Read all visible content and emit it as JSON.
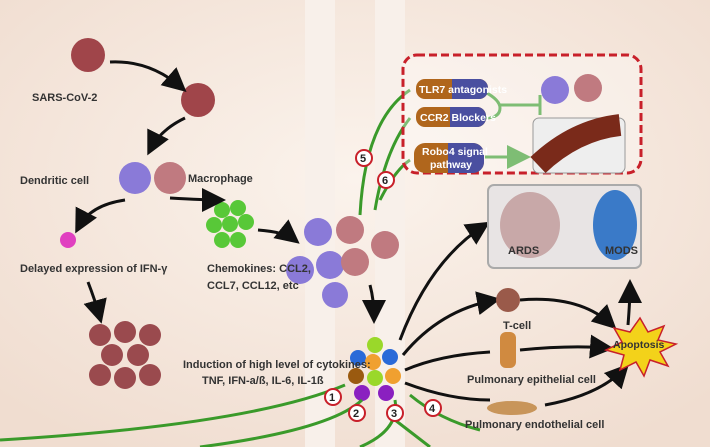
{
  "virus_label": "SARS-CoV-2",
  "cells": {
    "dendritic": "Dendritic cell",
    "macrophage": "Macrophage"
  },
  "ifn_label": "Delayed expression of IFN-γ",
  "chemokines": {
    "line1": "Chemokines: CCL2,",
    "line2": "CCL7, CCL12, etc"
  },
  "cytokines": {
    "line1": "Induction of high level of cytokines:",
    "line2": "TNF, IFN-a/ß, IL-6, IL-1ß"
  },
  "therapies": [
    {
      "label": "TLR7 antagonists"
    },
    {
      "label": "CCR2 Blockers"
    },
    {
      "label_line1": "Robo4 signal",
      "label_line2": "pathway"
    }
  ],
  "outcomes": {
    "ards": "ARDS",
    "mods": "MODS",
    "tcell": "T-cell",
    "epithelial": "Pulmonary epithelial cell",
    "endothelial": "Pulmonary endothelial cell",
    "apoptosis": "Apoptosis"
  },
  "markers": [
    "1",
    "2",
    "3",
    "4",
    "5",
    "6"
  ],
  "colors": {
    "arrow_green": "#3a9a2a",
    "marker_red": "#c8202a",
    "apoptosis_fill": "#f3d21a",
    "pill_orange": "#b0661c",
    "pill_blue": "#4a4fa0"
  }
}
